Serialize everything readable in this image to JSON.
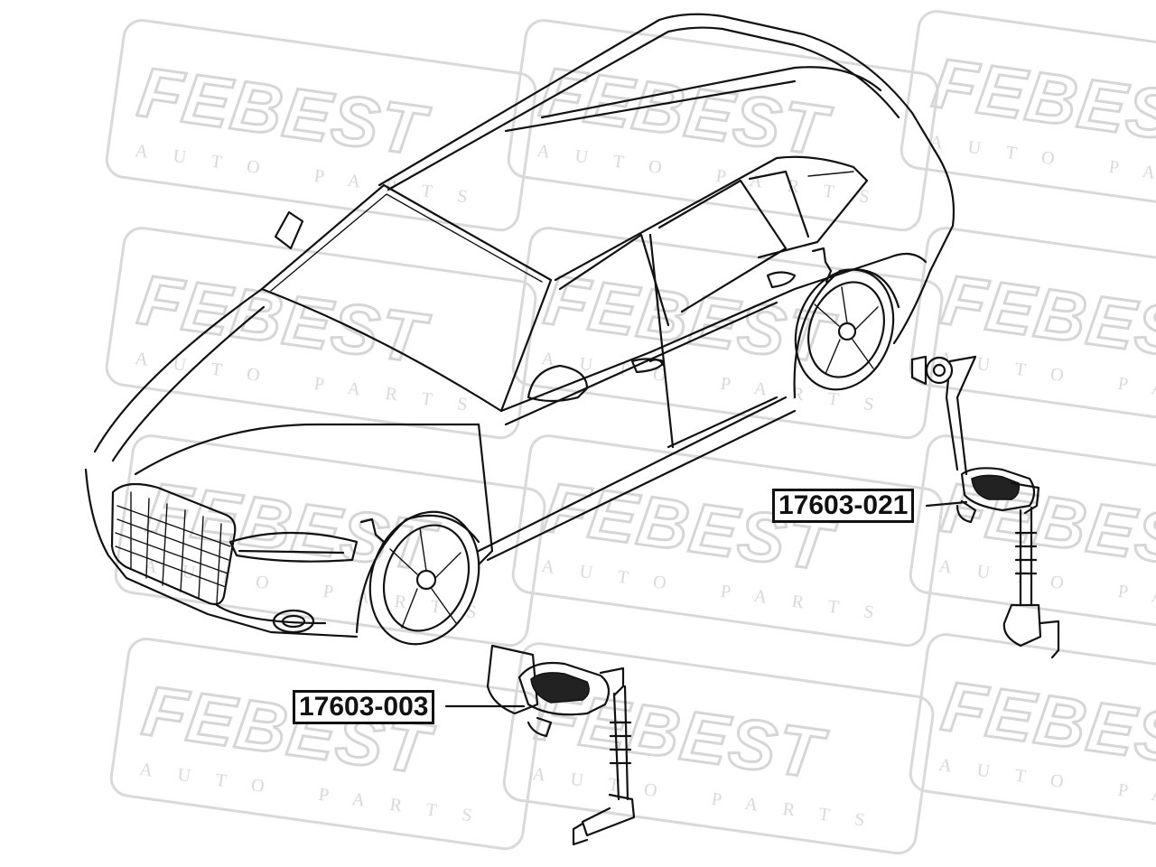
{
  "watermark": {
    "brand": "FEBEST",
    "tagline": "AUTO PARTS"
  },
  "parts": {
    "front": {
      "part_number": "17603-003"
    },
    "rear": {
      "part_number": "17603-021"
    }
  }
}
